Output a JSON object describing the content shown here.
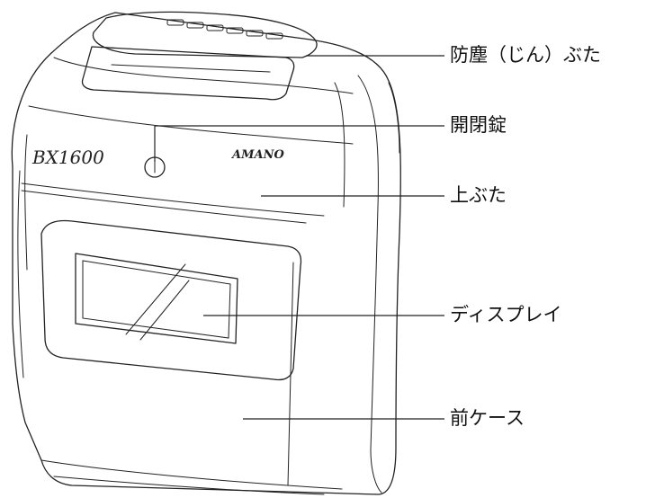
{
  "device": {
    "model_text": "BX1600",
    "brand_text": "AMANO"
  },
  "callouts": {
    "dust_cover": "防塵（じん）ぶた",
    "lock": "開閉錠",
    "top_cover": "上ぶた",
    "display": "ディスプレイ",
    "front_case": "前ケース"
  }
}
